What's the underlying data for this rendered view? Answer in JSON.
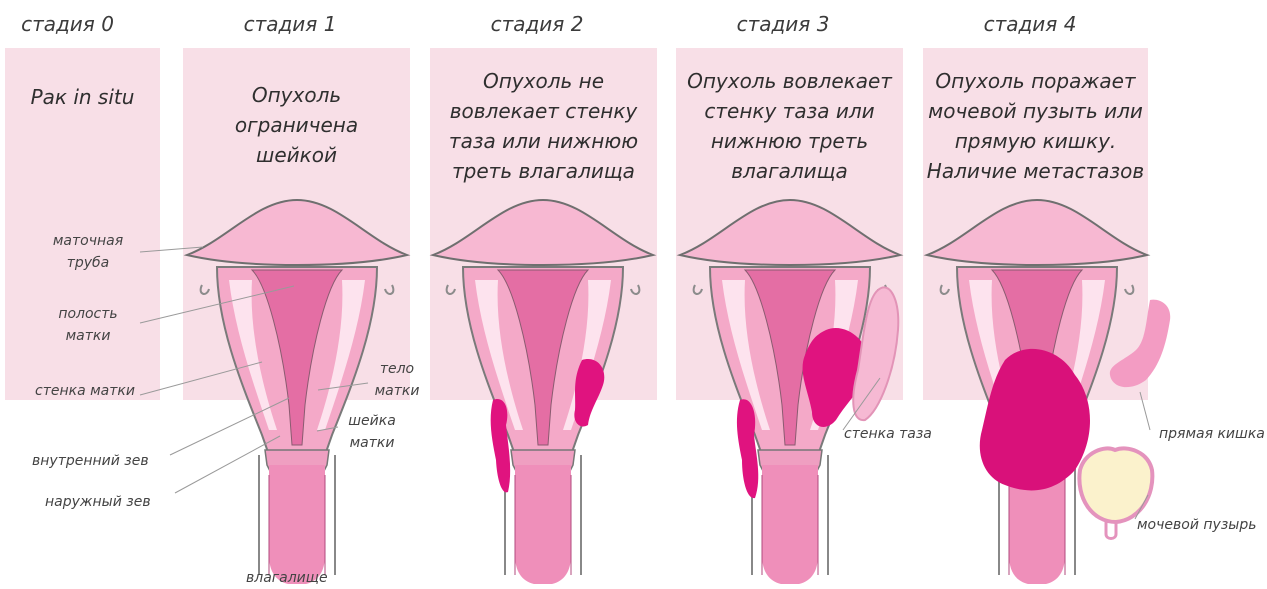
{
  "stages": [
    {
      "title": "стадия 0",
      "text": "Рак in situ"
    },
    {
      "title": "стадия 1",
      "text": "Опухоль ограничена шейкой"
    },
    {
      "title": "стадия 2",
      "text": "Опухоль не вовлекает стенку таза или нижнюю треть влагалища"
    },
    {
      "title": "стадия 3",
      "text": "Опухоль вовлекает стенку таза или нижнюю треть влагалища"
    },
    {
      "title": "стадия 4",
      "text": "Опухоль поражает мочевой пузыть или прямую кишку. Наличие метастазов"
    }
  ],
  "labels": {
    "fallopian_tube": "маточная труба",
    "uterine_cavity": "полость матки",
    "uterine_wall": "стенка матки",
    "internal_os": "внутренний зев",
    "external_os": "наружный зев",
    "uterus_body": "тело матки",
    "cervix": "шейка матки",
    "vagina": "влагалище",
    "pelvic_wall": "стенка таза",
    "rectum": "прямая кишка",
    "bladder": "мочевой пузырь"
  },
  "colors": {
    "panel": "#f8dfe7",
    "organ": "#ef9fc1",
    "organ_dark": "#d9578f",
    "tumor": "#e0137f",
    "outline": "#8a7d80"
  }
}
